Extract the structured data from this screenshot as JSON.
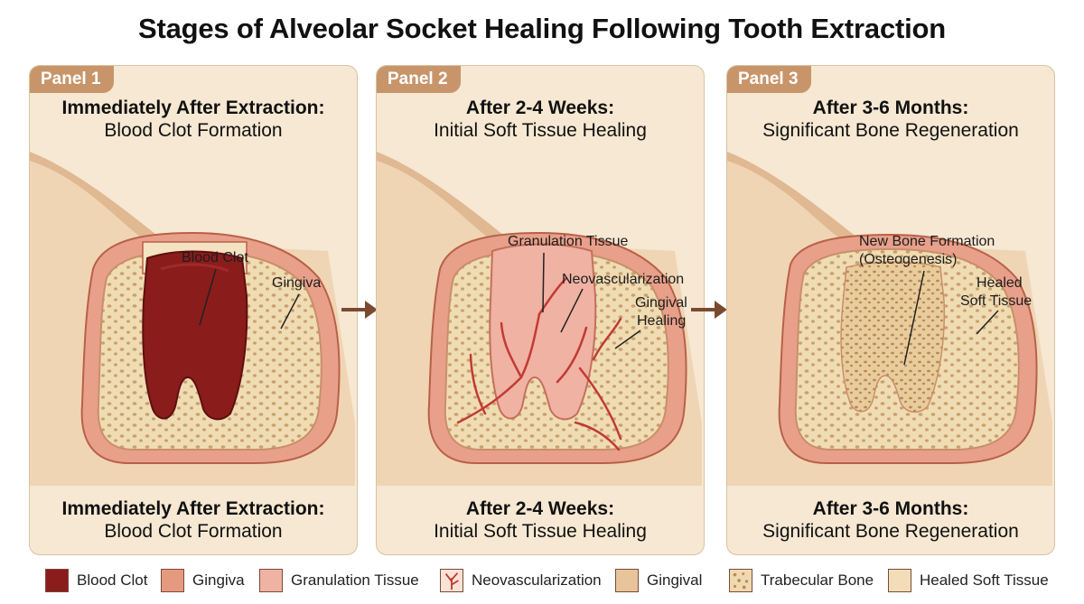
{
  "title": "Stages of Alveolar Socket Healing Following Tooth Extraction",
  "panels": [
    {
      "tab": "Panel 1",
      "heading_bold": "Immediately After Extraction:",
      "heading_sub": "Blood Clot Formation",
      "labels": [
        "Blood Clot",
        "Gingiva"
      ],
      "footer_bold": "Immediately After Extraction:",
      "footer_sub": "Blood Clot Formation"
    },
    {
      "tab": "Panel 2",
      "heading_bold": "After 2-4 Weeks:",
      "heading_sub": "Initial Soft Tissue Healing",
      "labels": [
        "Granulation Tissue",
        "Neovascularization",
        "Gingival",
        "Healing"
      ],
      "footer_bold": "After 2-4 Weeks:",
      "footer_sub": "Initial Soft Tissue Healing"
    },
    {
      "tab": "Panel 3",
      "heading_bold": "After 3-6 Months:",
      "heading_sub": "Significant Bone Regeneration",
      "labels": [
        "New Bone Formation",
        "(Osteogenesis)",
        "Healed",
        "Soft Tissue"
      ],
      "footer_bold": "After 3-6 Months:",
      "footer_sub": "Significant Bone Regeneration"
    }
  ],
  "legend": [
    {
      "label": "Blood Clot",
      "color": "#8a1c1c",
      "icon": "solid-swatch"
    },
    {
      "label": "Gingiva",
      "color": "#e59a7f",
      "icon": "solid-swatch"
    },
    {
      "label": "Granulation Tissue",
      "color": "#efb2a3",
      "icon": "solid-swatch"
    },
    {
      "label": "Neovascularization",
      "color": "#fbe2d6",
      "icon": "vessel-swatch"
    },
    {
      "label": "Gingival",
      "color": "#e7c49a",
      "icon": "solid-swatch"
    },
    {
      "label": "Trabecular Bone",
      "color": "#f0d9b0",
      "icon": "dotted-swatch"
    },
    {
      "label": "Healed Soft Tissue",
      "color": "#f3ddb8",
      "icon": "solid-swatch"
    }
  ],
  "colors": {
    "panel_bg": "#f6e8d2",
    "tab_bg": "#c8956a",
    "gingiva": "#e8a08a",
    "bone": "#efd9ad",
    "clot": "#8a1c1c",
    "vessel": "#c23a34",
    "arrow": "#7a4a30"
  }
}
